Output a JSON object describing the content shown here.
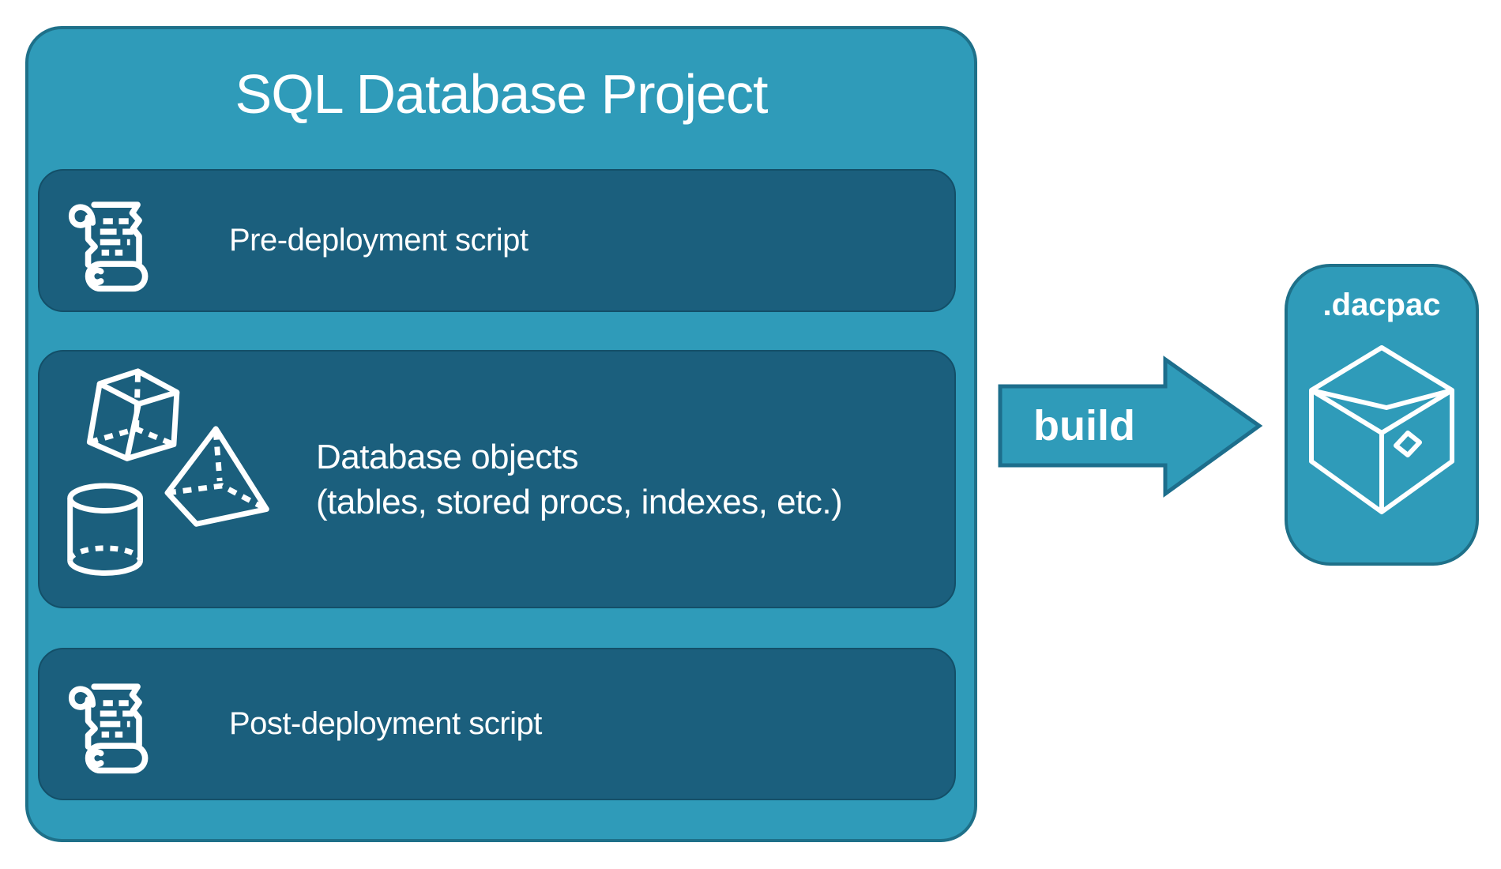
{
  "colors": {
    "teal_fill": "#2F9BB9",
    "teal_border": "#1E7089",
    "panel_fill": "#1B5F7D",
    "panel_border": "#134F68",
    "text": "#FFFFFF"
  },
  "project": {
    "title": "SQL Database Project",
    "panels": [
      {
        "id": "pre-deployment",
        "icon": "scroll-icon",
        "label": "Pre-deployment script"
      },
      {
        "id": "database-objects",
        "icon": "shapes-icon",
        "label": "Database objects",
        "sublabel": "(tables, stored procs, indexes, etc.)"
      },
      {
        "id": "post-deployment",
        "icon": "scroll-icon",
        "label": "Post-deployment script"
      }
    ]
  },
  "arrow": {
    "label": "build"
  },
  "output": {
    "label": ".dacpac",
    "icon": "package-icon"
  }
}
